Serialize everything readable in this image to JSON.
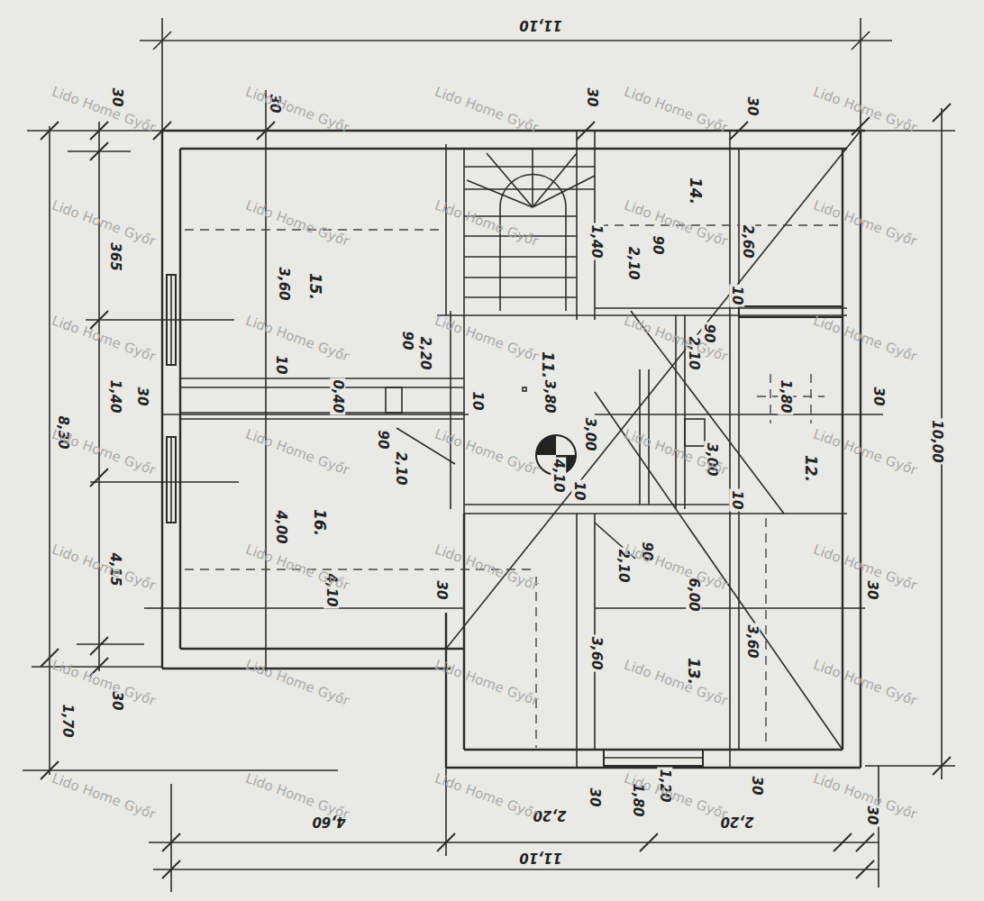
{
  "diagram": {
    "labels": [
      "11,10",
      "30",
      "30",
      "30",
      "30",
      "365",
      "1,40",
      "30",
      "8,30",
      "4,15",
      "30",
      "1,70",
      "3,60",
      "15.",
      "10",
      "90",
      "2,20",
      "0,40",
      "90",
      "2,10",
      "4,00",
      "16.",
      "4,10",
      "30",
      "11.",
      "10",
      "3,80",
      "3,00",
      "4,10",
      "1,40",
      "90",
      "2,10",
      "14.",
      "2,60",
      "10",
      "90",
      "2,10",
      "1,80",
      "3,00",
      "12.",
      "10",
      "10",
      "90",
      "2,10",
      "6,00",
      "3,60",
      "13.",
      "3,60",
      "30",
      "30",
      "10,00",
      "30",
      "1,80",
      "1,20",
      "30",
      "4,60",
      "2,20",
      "2,20",
      "30",
      "11,10",
      "Lido Home Győr",
      "Lido Home Győr",
      "Lido Home Győr",
      "Lido Home Győr",
      "Lido Home Győr",
      "Lido Home Győr",
      "Lido Home Győr",
      "Lido Home Győr",
      "Lido Home Győr",
      "Lido Home Győr",
      "Lido Home Győr",
      "Lido Home Győr",
      "Lido Home Győr",
      "Lido Home Győr",
      "Lido Home Győr",
      "Lido Home Győr",
      "Lido Home Győr",
      "Lido Home Győr",
      "Lido Home Győr",
      "Lido Home Győr",
      "Lido Home Győr",
      "Lido Home Győr",
      "Lido Home Győr",
      "Lido Home Győr",
      "Lido Home Győr",
      "Lido Home Győr",
      "Lido Home Győr",
      "Lido Home Győr",
      "Lido Home Győr",
      "Lido Home Győr",
      "Lido Home Győr",
      "Lido Home Győr",
      "Lido Home Győr",
      "Lido Home Győr",
      "Lido Home Győr"
    ]
  }
}
